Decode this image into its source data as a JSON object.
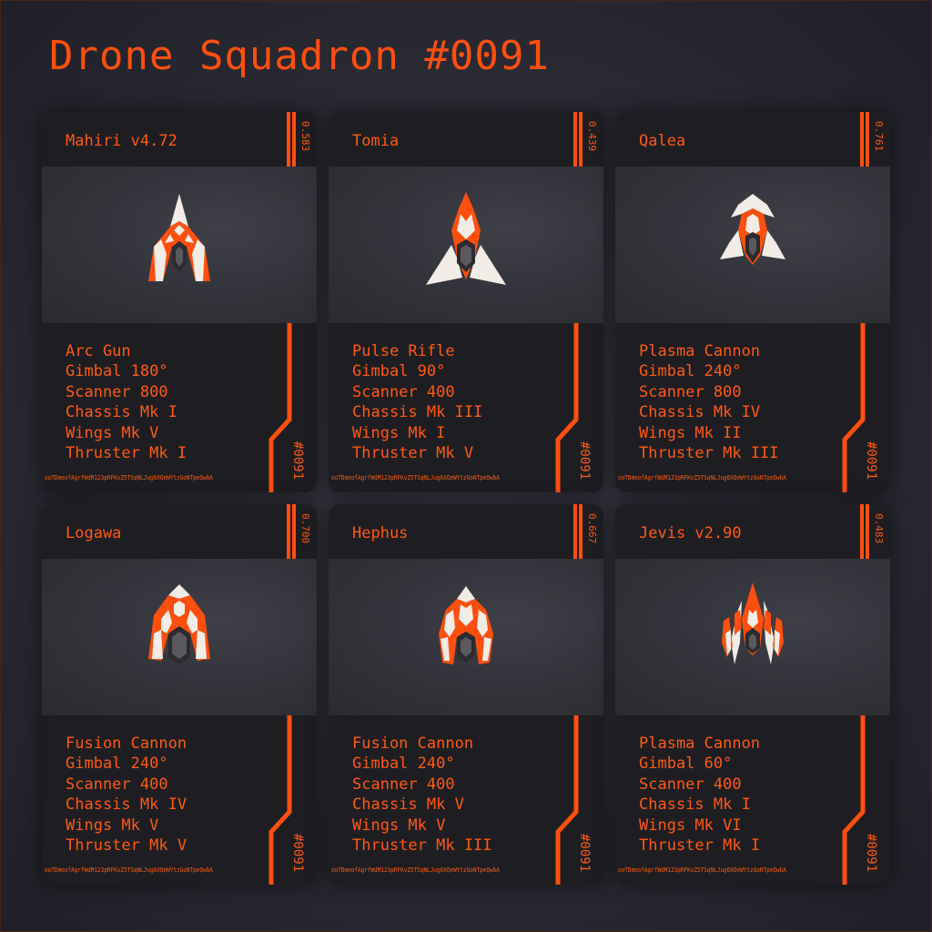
{
  "title": "Drone Squadron #0091",
  "colors": {
    "accent": "#ff4f0e",
    "card_bg": "#1e1e22",
    "art_bg": "#35363d",
    "ship_light": "#f2ece6",
    "ship_dark": "#5a5a5e"
  },
  "cards": [
    {
      "name": "Mahiri v4.72",
      "score": "0.583",
      "serial": "#0091",
      "hash": "ooTDmeofAgrfWdM123pRFKvZ5TSqNLJug6XQeWYtzGoNTpeQwbA",
      "specs": [
        "Arc Gun",
        "Gimbal 180°",
        "Scanner 800",
        "Chassis Mk I",
        "Wings Mk V",
        "Thruster Mk I"
      ]
    },
    {
      "name": "Tomia",
      "score": "0.439",
      "serial": "#0091",
      "hash": "ooTDmeofAgrfWdM123pRFKvZ5TSqNLJug6XQeWYtzGoNTpeQwbA",
      "specs": [
        "Pulse Rifle",
        "Gimbal 90°",
        "Scanner 400",
        "Chassis Mk III",
        "Wings Mk I",
        "Thruster Mk V"
      ]
    },
    {
      "name": "Qalea",
      "score": "0.761",
      "serial": "#0091",
      "hash": "ooTDmeofAgrfWdM123pRFKvZ5TSqNLJug6XQeWYtzGoNTpeQwbA",
      "specs": [
        "Plasma Cannon",
        "Gimbal 240°",
        "Scanner 800",
        "Chassis Mk IV",
        "Wings Mk II",
        "Thruster Mk III"
      ]
    },
    {
      "name": "Logawa",
      "score": "0.700",
      "serial": "#0091",
      "hash": "ooTDmeofAgrfWdM123pRFKvZ5TSqNLJug6XQeWYtzGoNTpeQwbA",
      "specs": [
        "Fusion Cannon",
        "Gimbal 240°",
        "Scanner 400",
        "Chassis Mk IV",
        "Wings Mk V",
        "Thruster Mk V"
      ]
    },
    {
      "name": "Hephus",
      "score": "0.667",
      "serial": "#0091",
      "hash": "ooTDmeofAgrfWdM123pRFKvZ5TSqNLJug6XQeWYtzGoNTpeQwbA",
      "specs": [
        "Fusion Cannon",
        "Gimbal 240°",
        "Scanner 400",
        "Chassis Mk V",
        "Wings Mk V",
        "Thruster Mk III"
      ]
    },
    {
      "name": "Jevis v2.90",
      "score": "0.483",
      "serial": "#0091",
      "hash": "ooTDmeofAgrfWdM123pRFKvZ5TSqNLJug6XQeWYtzGoNTpeQwbA",
      "specs": [
        "Plasma Cannon",
        "Gimbal 60°",
        "Scanner 400",
        "Chassis Mk I",
        "Wings Mk VI",
        "Thruster Mk I"
      ]
    }
  ]
}
